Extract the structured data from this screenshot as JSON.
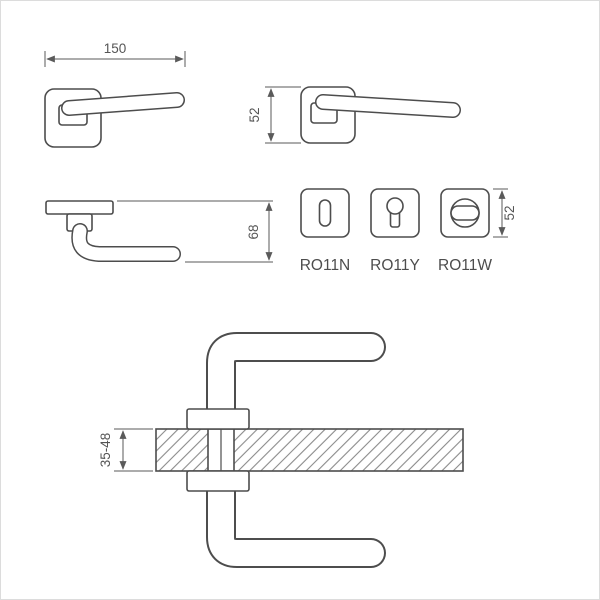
{
  "diagram": {
    "type": "technical-drawing",
    "subject": "door lever handle on square rosette",
    "colors": {
      "line": "#4d4d4d",
      "dimension": "#5a5a5a",
      "background": "#ffffff"
    },
    "views": {
      "top_view": {
        "dimension_width": "150"
      },
      "front_view": {
        "dimension_height": "52"
      },
      "side_view": {
        "dimension_projection": "68"
      },
      "rosettes": {
        "dimension_height": "52",
        "items": [
          {
            "label": "RO11N",
            "type": "keyhole-escutcheon"
          },
          {
            "label": "RO11Y",
            "type": "euro-cylinder-escutcheon"
          },
          {
            "label": "RO11W",
            "type": "thumbturn-escutcheon"
          }
        ]
      },
      "cross_section": {
        "door_thickness": "35-48"
      }
    }
  }
}
